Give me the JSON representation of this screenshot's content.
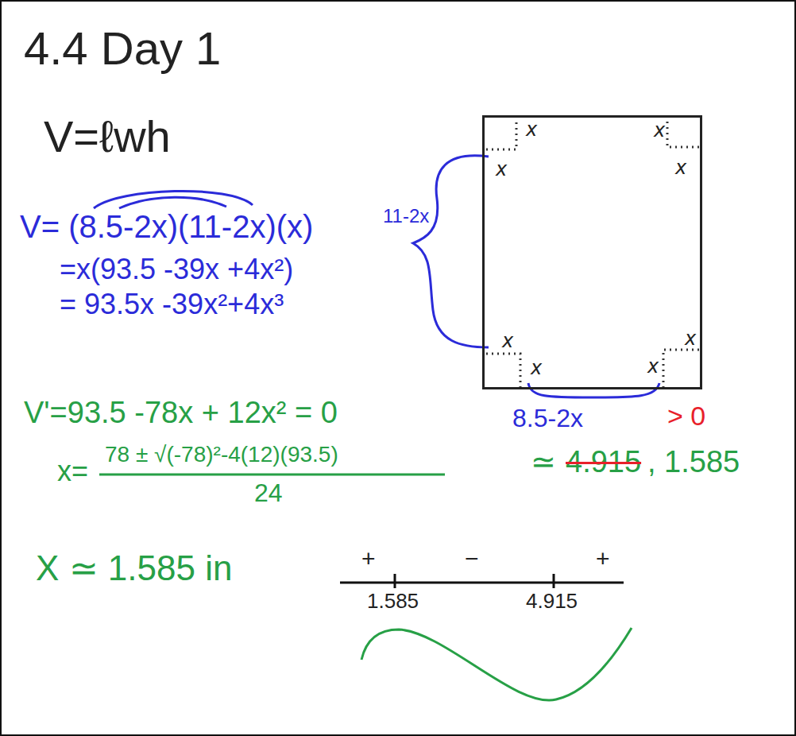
{
  "diagram": {
    "nodes": [
      {
        "text": [
          "x",
          "x",
          "x",
          "x",
          "x",
          "x",
          "x",
          "x"
        ]
      }
    ],
    "labels": [
      "4.4 Day 1",
      "V=ℓwh",
      "V= (8.5-2x)(11-2x)(x)",
      "11-2x",
      "=x(93.5 -39x +4x²)",
      "= 93.5x -39x²+4x³",
      "V'=93.5 -78x + 12x² = 0",
      "x=",
      "78 ± √(-78)²-4(12)(93.5)",
      "24",
      "≃",
      "4.915",
      ", 1.585",
      "8.5-2x",
      "> 0",
      "+",
      "−",
      "+",
      "1.585",
      "4.915",
      "X ≃ 1.585 in"
    ]
  }
}
